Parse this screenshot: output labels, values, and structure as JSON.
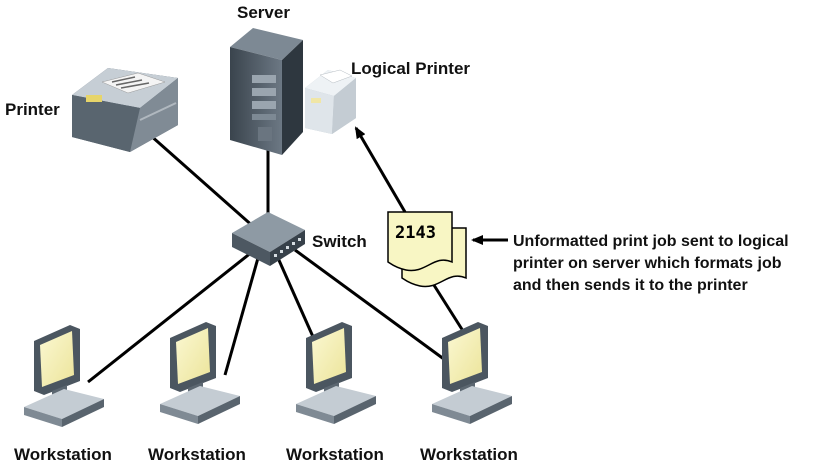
{
  "labels": {
    "server": "Server",
    "logical_printer": "Logical Printer",
    "printer": "Printer",
    "switch": "Switch",
    "workstations": [
      "Workstation",
      "Workstation",
      "Workstation",
      "Workstation"
    ]
  },
  "print_job": {
    "number": "2143",
    "description_lines": [
      "Unformatted print job sent to logical",
      "printer on server which formats job",
      "and then sends it to the printer"
    ]
  },
  "icons": [
    "server-icon",
    "logical-printer-icon",
    "printer-icon",
    "switch-icon",
    "monitor-icon",
    "document-icon",
    "arrow-icon"
  ],
  "colors": {
    "screen": "#f5f0b4",
    "document": "#f8f6c4",
    "device_dark": "#4a5560",
    "device_light": "#c9d1d8"
  }
}
